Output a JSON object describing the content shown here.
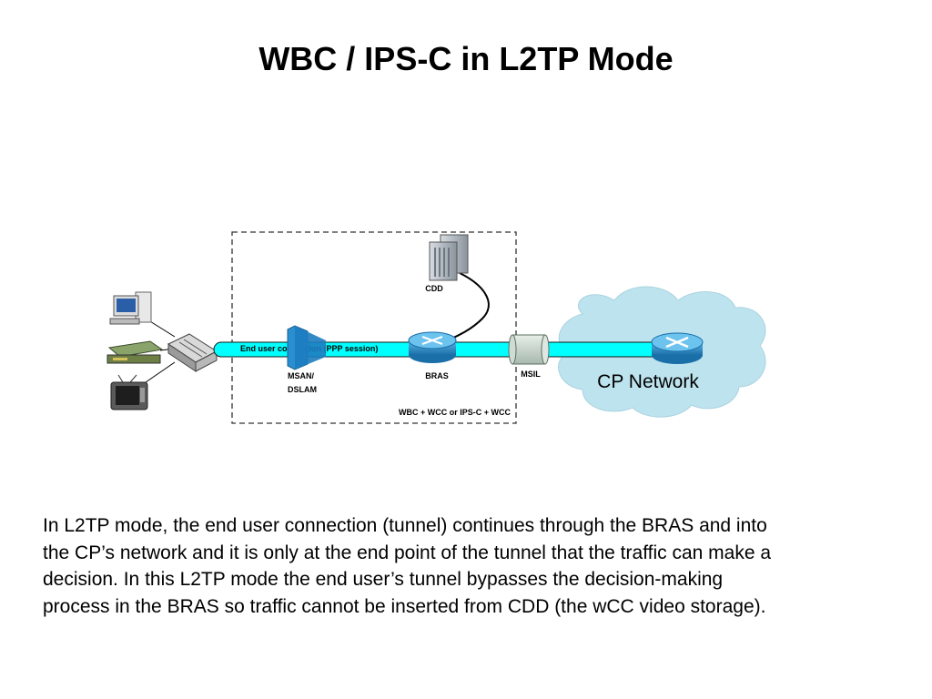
{
  "title": "WBC / IPS-C in L2TP Mode",
  "diagram": {
    "tunnel_label": "End user connection (PPP session)",
    "msan_label_line1": "MSAN/",
    "msan_label_line2": "DSLAM",
    "bras_label": "BRAS",
    "cdd_label": "CDD",
    "msil_label": "MSIL",
    "box_label": "WBC + WCC or IPS-C + WCC",
    "cloud_label": "CP Network"
  },
  "colors": {
    "tunnel": "#00ffff",
    "cloud": "#bde3ee",
    "router": "#1f8fcf"
  },
  "paragraph": {
    "line1": "In L2TP mode, the end user connection (tunnel) continues through the BRAS and into",
    "line2": "the CP’s network and it is only at the end point of the tunnel that the traffic can make a",
    "line3": "decision.  In this L2TP mode the end user’s tunnel bypasses the decision-making",
    "line4": "process in the BRAS so traffic cannot be inserted from CDD (the wCC video storage)."
  }
}
